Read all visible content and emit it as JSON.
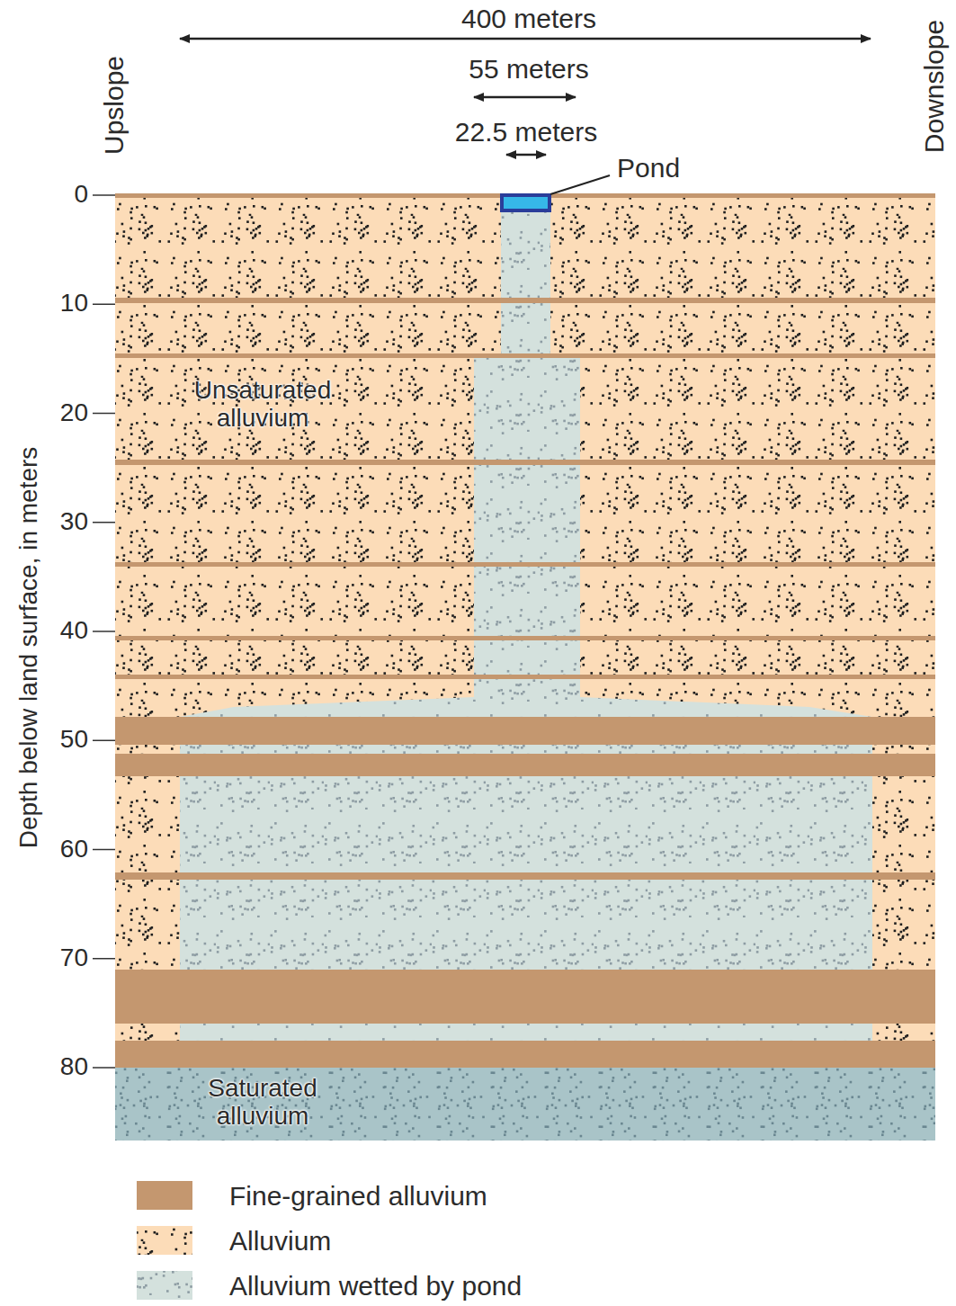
{
  "diagram": {
    "labels": [
      "400 meters",
      "55 meters",
      "22.5 meters",
      "Pond",
      "Upslope",
      "Downslope",
      "0",
      "10",
      "20",
      "30",
      "40",
      "50",
      "60",
      "70",
      "80",
      "Depth below land surface, in meters",
      "Unsaturated alluvium",
      "Saturated alluvium"
    ],
    "legend": [
      {
        "text": "Fine-grained alluvium",
        "color": "#c4976f"
      },
      {
        "text": "Alluvium"
      },
      {
        "text": "Alluvium wetted by pond"
      }
    ]
  }
}
